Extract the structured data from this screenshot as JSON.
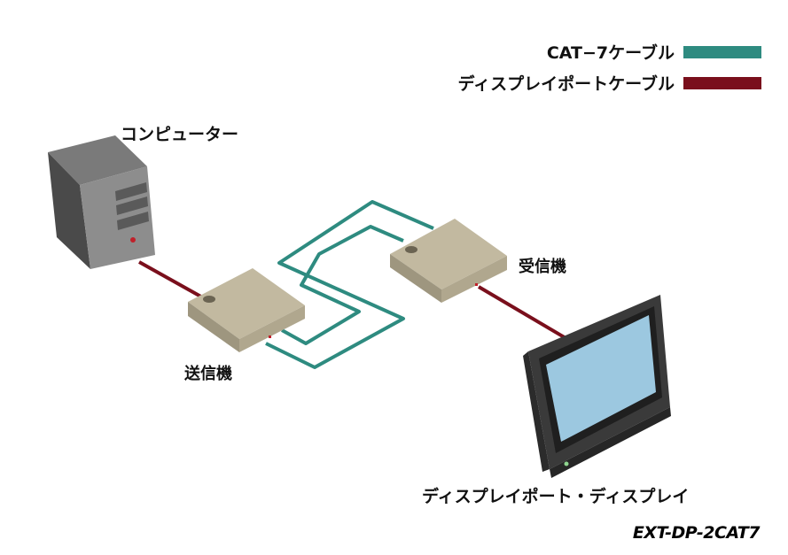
{
  "legend": {
    "cat7_label": "CAT−7ケーブル",
    "cat7_color": "#2e8b80",
    "dp_label": "ディスプレイポートケーブル",
    "dp_color": "#7a0f1c"
  },
  "devices": {
    "computer_label": "コンピューター",
    "sender_label": "送信機",
    "receiver_label": "受信機",
    "display_label": "ディスプレイポート・ディスプレイ"
  },
  "model": "EXT-DP-2CAT7"
}
